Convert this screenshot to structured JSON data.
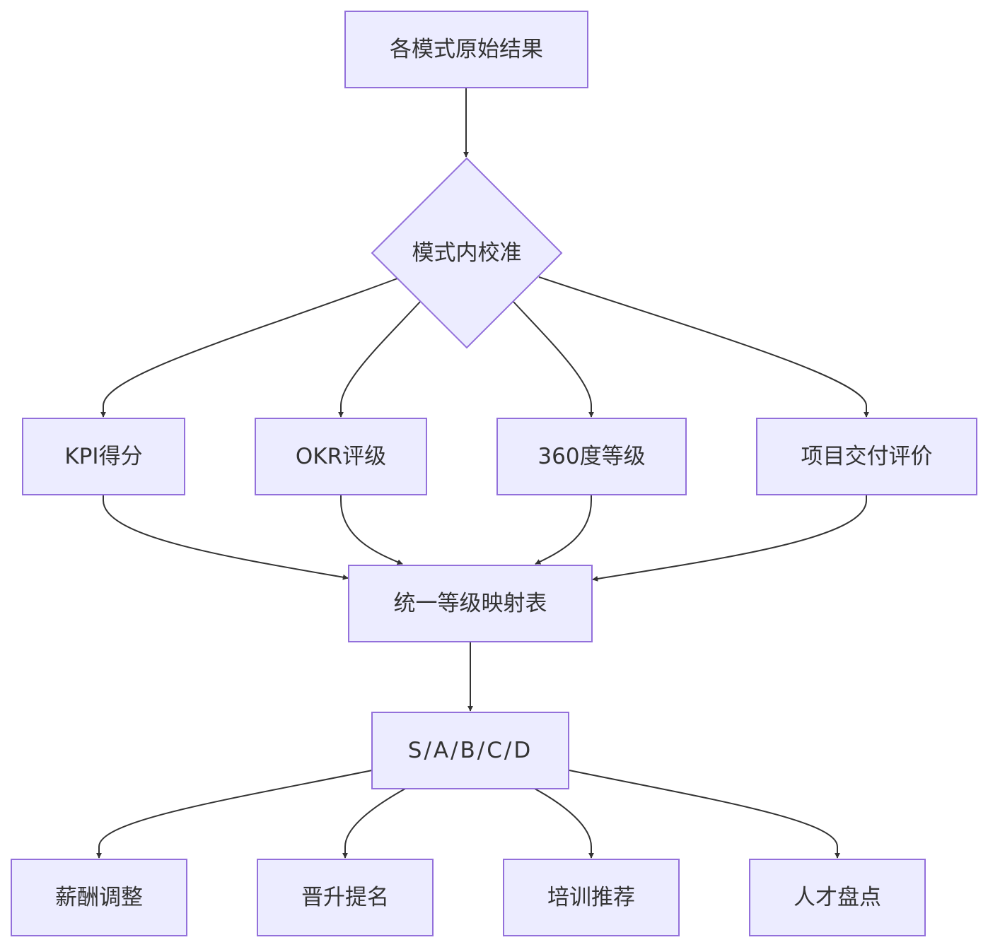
{
  "diagram": {
    "nodes": {
      "raw_results": "各模式原始结果",
      "calibration": "模式内校准",
      "kpi": "KPI得分",
      "okr": "OKR评级",
      "degree360": "360度等级",
      "project": "项目交付评价",
      "mapping": "统一等级映射表",
      "grades": "S/A/B/C/D",
      "salary": "薪酬调整",
      "promotion": "晋升提名",
      "training": "培训推荐",
      "talent_review": "人才盘点"
    },
    "colors": {
      "node_fill": "#ececff",
      "node_stroke": "#9370db",
      "edge": "#333333",
      "text": "#333333"
    }
  }
}
